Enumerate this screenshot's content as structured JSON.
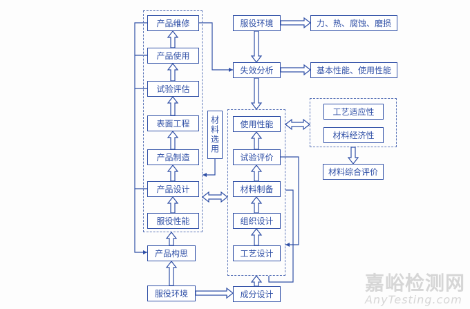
{
  "left_column": {
    "maintenance": "产品维修",
    "use": "产品使用",
    "test_eval": "试验评估",
    "surface": "表面工程",
    "manufacture": "产品制造",
    "design": "产品设计",
    "service_perf": "服役性能",
    "concept": "产品构思",
    "service_env": "服役环境"
  },
  "material_selection": "材料选用",
  "middle_column": {
    "service_env": "服役环境",
    "failure": "失效分析",
    "use_perf": "使用性能",
    "test_eval": "试验评价",
    "material_prep": "材料制备",
    "structure": "组织设计",
    "process": "工艺设计",
    "composition": "成分设计"
  },
  "right_column": {
    "loads": "力、热、腐蚀、磨损",
    "properties": "基本性能、使用性能",
    "process_fit": "工艺适应性",
    "economy": "材料经济性",
    "overall": "材料综合评价"
  },
  "watermark": {
    "cn": "嘉峪检测网",
    "en": "AnyTesting.com"
  },
  "colors": {
    "line": "#2f4fa6",
    "dash": "#5a74b8"
  }
}
